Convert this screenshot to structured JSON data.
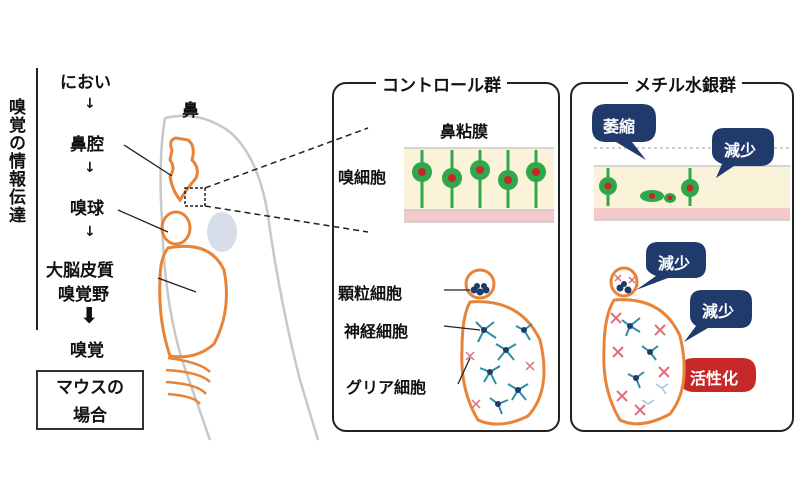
{
  "left": {
    "vertical_title": "嗅覚の情報伝達",
    "flow": [
      "におい",
      "鼻腔",
      "嗅球",
      "大脳皮質",
      "嗅覚野",
      "嗅覚"
    ],
    "arrow_glyph": "↓",
    "big_arrow_glyph": "⬇",
    "mouse_label_line1": "マウスの",
    "mouse_label_line2": "場合",
    "nose_label": "鼻"
  },
  "control": {
    "title": "コントロール群",
    "mucosa_label": "鼻粘膜",
    "receptor_label": "嗅細胞",
    "granule_label": "顆粒細胞",
    "neuron_label": "神経細胞",
    "glia_label": "グリア細胞"
  },
  "mercury": {
    "title": "メチル水銀群",
    "atrophy_label": "萎縮",
    "decrease_label_1": "減少",
    "decrease_label_2": "減少",
    "decrease_label_3": "減少",
    "activation_label": "活性化"
  },
  "colors": {
    "orange": "#E8843A",
    "green": "#2EA84A",
    "red": "#C62828",
    "navy": "#1F3A6B",
    "teal": "#2A8FA6",
    "pink": "#E26D7D",
    "mucosa_fill": "#FBF3D9",
    "mucosa_base": "#F4C9CC",
    "grey": "#C8C8C8",
    "eye": "#D7DEEA"
  }
}
